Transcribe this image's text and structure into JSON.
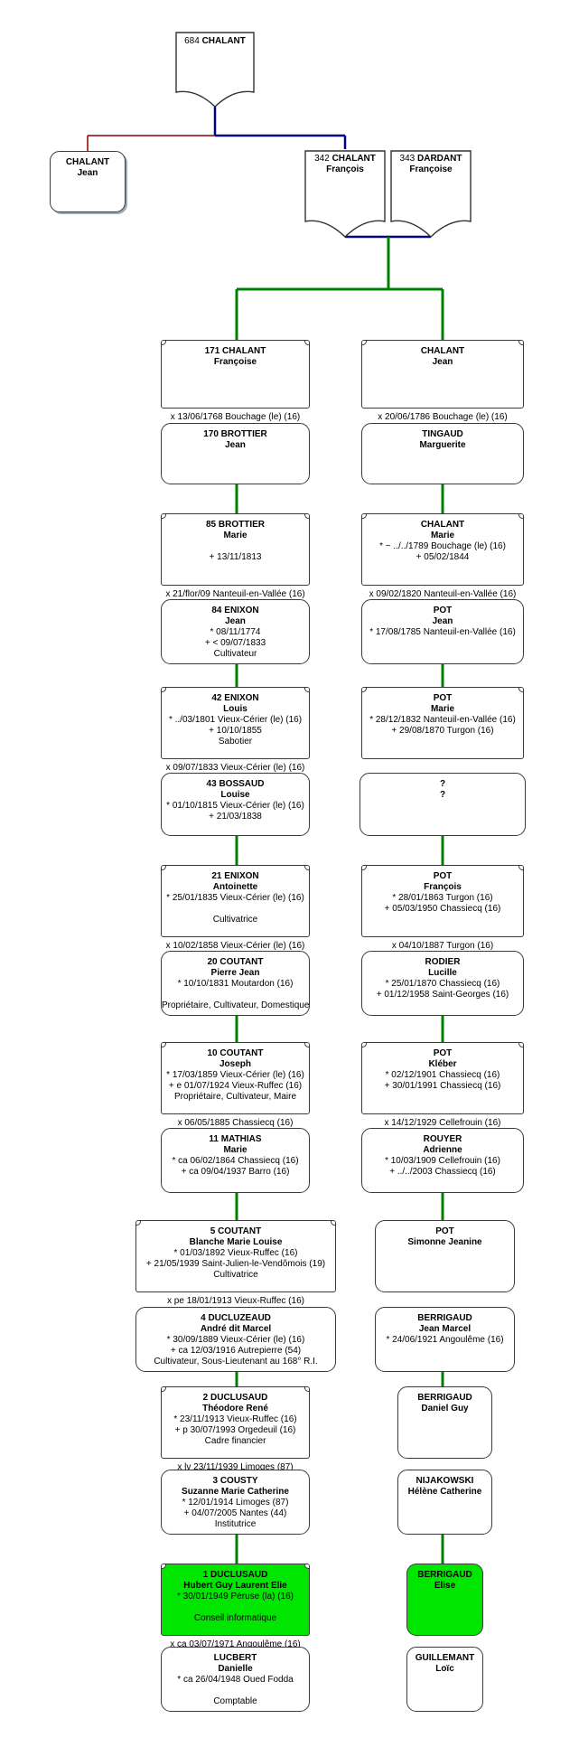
{
  "top": {
    "ancestor": {
      "num": "684",
      "surname": "CHALANT"
    },
    "left_child": {
      "surname": "CHALANT",
      "given": "Jean"
    },
    "father": {
      "num": "342",
      "surname": "CHALANT",
      "given": "François"
    },
    "mother": {
      "num": "343",
      "surname": "DARDANT",
      "given": "Françoise"
    }
  },
  "left_column": [
    {
      "num": "171",
      "surname": "CHALANT",
      "given": "Françoise",
      "lines": [],
      "marriage": "x 13/06/1768 Bouchage (le) (16)"
    },
    {
      "num": "170",
      "surname": "BROTTIER",
      "given": "Jean",
      "lines": []
    },
    {
      "num": "85",
      "surname": "BROTTIER",
      "given": "Marie",
      "lines": [
        "",
        "+ 13/11/1813"
      ],
      "marriage": "x 21/flor/09 Nanteuil-en-Vallée (16)"
    },
    {
      "num": "84",
      "surname": "ENIXON",
      "given": "Jean",
      "lines": [
        "* 08/11/1774",
        "+ < 09/07/1833",
        "Cultivateur"
      ]
    },
    {
      "num": "42",
      "surname": "ENIXON",
      "given": "Louis",
      "lines": [
        "* ../03/1801 Vieux-Cérier (le) (16)",
        "+ 10/10/1855",
        "Sabotier"
      ],
      "marriage": "x 09/07/1833 Vieux-Cérier (le) (16)"
    },
    {
      "num": "43",
      "surname": "BOSSAUD",
      "given": "Louise",
      "lines": [
        "* 01/10/1815 Vieux-Cérier (le) (16)",
        "+ 21/03/1838"
      ]
    },
    {
      "num": "21",
      "surname": "ENIXON",
      "given": "Antoinette",
      "lines": [
        "* 25/01/1835 Vieux-Cérier (le) (16)",
        "",
        "Cultivatrice"
      ],
      "marriage": "x 10/02/1858 Vieux-Cérier (le) (16)"
    },
    {
      "num": "20",
      "surname": "COUTANT",
      "given": "Pierre Jean",
      "lines": [
        "* 10/10/1831 Moutardon (16)",
        "",
        "Propriétaire, Cultivateur, Domestique"
      ]
    },
    {
      "num": "10",
      "surname": "COUTANT",
      "given": "Joseph",
      "lines": [
        "* 17/03/1859 Vieux-Cérier (le) (16)",
        "+ e 01/07/1924 Vieux-Ruffec (16)",
        "Propriétaire, Cultivateur, Maire"
      ],
      "marriage": "x 06/05/1885 Chassiecq (16)"
    },
    {
      "num": "11",
      "surname": "MATHIAS",
      "given": "Marie",
      "lines": [
        "* ca 06/02/1864 Chassiecq (16)",
        "+ ca 09/04/1937 Barro (16)"
      ]
    },
    {
      "num": "5",
      "surname": "COUTANT",
      "given": "Blanche Marie Louise",
      "lines": [
        "* 01/03/1892 Vieux-Ruffec (16)",
        "+ 21/05/1939 Saint-Julien-le-Vendômois (19)",
        "Cultivatrice"
      ],
      "marriage": "x pe 18/01/1913 Vieux-Ruffec (16)"
    },
    {
      "num": "4",
      "surname": "DUCLUZEAUD",
      "given": "André dit Marcel",
      "lines": [
        "* 30/09/1889 Vieux-Cérier (le) (16)",
        "+ ca 12/03/1916 Autrepierre (54)",
        "Cultivateur, Sous-Lieutenant au 168° R.I."
      ]
    },
    {
      "num": "2",
      "surname": "DUCLUSAUD",
      "given": "Théodore René",
      "lines": [
        "* 23/11/1913 Vieux-Ruffec (16)",
        "+ p 30/07/1993 Orgedeuil (16)",
        "Cadre financier"
      ],
      "marriage": "x lv 23/11/1939 Limoges (87)"
    },
    {
      "num": "3",
      "surname": "COUSTY",
      "given": "Suzanne Marie Catherine",
      "lines": [
        "* 12/01/1914 Limoges (87)",
        "+ 04/07/2005 Nantes (44)",
        "Institutrice"
      ]
    },
    {
      "num": "1",
      "surname": "DUCLUSAUD",
      "given": "Hubert Guy Laurent Elie",
      "lines": [
        "* 30/01/1949 Péruse (la) (16)",
        "",
        "Conseil informatique"
      ],
      "marriage": "x ca 03/07/1971 Angoulême (16)"
    },
    {
      "num": "",
      "surname": "LUCBERT",
      "given": "Danielle",
      "lines": [
        "* ca 26/04/1948 Oued Fodda",
        "",
        "Comptable"
      ]
    }
  ],
  "right_column": [
    {
      "surname": "CHALANT",
      "given": "Jean",
      "lines": [],
      "marriage": "x 20/06/1786 Bouchage (le) (16)"
    },
    {
      "surname": "TINGAUD",
      "given": "Marguerite",
      "lines": []
    },
    {
      "surname": "CHALANT",
      "given": "Marie",
      "lines": [
        "* ~ ../../1789 Bouchage (le) (16)",
        "+ 05/02/1844"
      ],
      "marriage": "x 09/02/1820 Nanteuil-en-Vallée (16)"
    },
    {
      "surname": "POT",
      "given": "Jean",
      "lines": [
        "* 17/08/1785 Nanteuil-en-Vallée (16)"
      ]
    },
    {
      "surname": "POT",
      "given": "Marie",
      "lines": [
        "* 28/12/1832 Nanteuil-en-Vallée (16)",
        "+ 29/08/1870 Turgon (16)"
      ]
    },
    {
      "surname": "?",
      "given": "?",
      "lines": []
    },
    {
      "surname": "POT",
      "given": "François",
      "lines": [
        "* 28/01/1863 Turgon (16)",
        "+ 05/03/1950 Chassiecq (16)"
      ],
      "marriage": "x 04/10/1887 Turgon (16)"
    },
    {
      "surname": "RODIER",
      "given": "Lucille",
      "lines": [
        "* 25/01/1870 Chassiecq (16)",
        "+ 01/12/1958 Saint-Georges (16)"
      ]
    },
    {
      "surname": "POT",
      "given": "Kléber",
      "lines": [
        "* 02/12/1901 Chassiecq (16)",
        "+ 30/01/1991 Chassiecq (16)"
      ],
      "marriage": "x 14/12/1929 Cellefrouin (16)"
    },
    {
      "surname": "ROUYER",
      "given": "Adrienne",
      "lines": [
        "* 10/03/1909 Cellefrouin (16)",
        "+ ../../2003 Chassiecq (16)"
      ]
    },
    {
      "surname": "POT",
      "given": "Simonne Jeanine",
      "lines": []
    },
    {
      "surname": "BERRIGAUD",
      "given": "Jean Marcel",
      "lines": [
        "* 24/06/1921 Angoulême (16)"
      ]
    },
    {
      "surname": "BERRIGAUD",
      "given": "Daniel Guy",
      "lines": []
    },
    {
      "surname": "NIJAKOWSKI",
      "given": "Hélène Catherine",
      "lines": []
    },
    {
      "surname": "BERRIGAUD",
      "given": "Elise",
      "lines": []
    },
    {
      "surname": "GUILLEMANT",
      "given": "Loïc",
      "lines": []
    }
  ],
  "colors": {
    "red_link": "#8b0000",
    "blue_link": "#000080",
    "green_link": "#008000",
    "highlight": "#00e600"
  }
}
